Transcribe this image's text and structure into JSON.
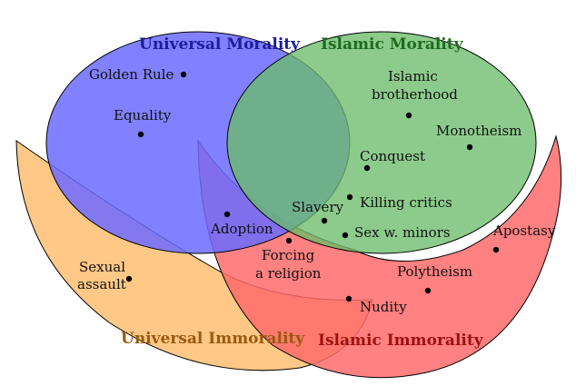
{
  "sets": {
    "universal_morality": {
      "title": "Universal Morality",
      "color": "#7b7bff",
      "title_color": "#1c1c9c"
    },
    "islamic_morality": {
      "title": "Islamic Morality",
      "color": "#7cc17c",
      "title_color": "#1f6a1f"
    },
    "universal_immorality": {
      "title": "Universal Immorality",
      "color": "#ffc57f",
      "title_color": "#9a5a10"
    },
    "islamic_immorality": {
      "title": "Islamic Immorality",
      "color": "#ff7b7b",
      "title_color": "#a01010"
    }
  },
  "items": {
    "golden_rule": "Golden Rule",
    "equality": "Equality",
    "islamic_brotherhood_1": "Islamic",
    "islamic_brotherhood_2": "brotherhood",
    "monotheism": "Monotheism",
    "conquest": "Conquest",
    "slavery": "Slavery",
    "killing_critics": "Killing critics",
    "adoption": "Adoption",
    "sex_minors": "Sex w. minors",
    "forcing_religion_1": "Forcing",
    "forcing_religion_2": "a religion",
    "sexual_assault_1": "Sexual",
    "sexual_assault_2": "assault",
    "apostasy": "Apostasy",
    "polytheism": "Polytheism",
    "nudity": "Nudity"
  }
}
